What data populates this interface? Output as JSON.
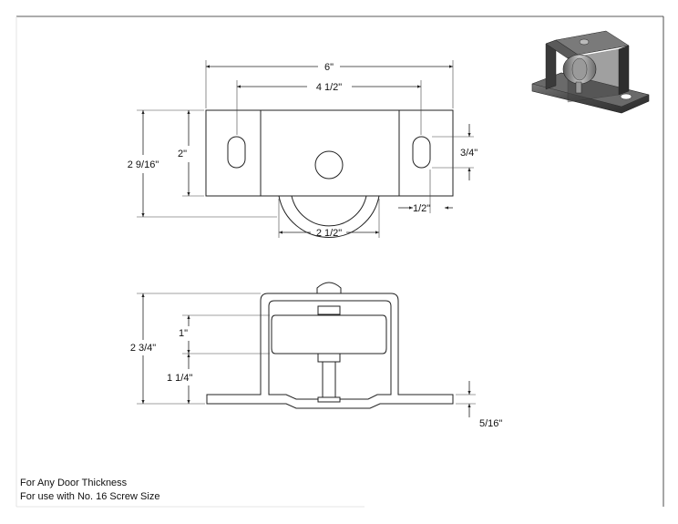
{
  "dimensions": {
    "overall_length": "6\"",
    "hole_spacing": "4 1/2\"",
    "overall_width": "2 9/16\"",
    "flange_width": "2\"",
    "slot_length": "3/4\"",
    "slot_edge_offset": "1/2\"",
    "wheel_diameter": "2 1/2\"",
    "overall_height": "2 3/4\"",
    "wheel_width": "1\"",
    "axle_height": "1 1/4\"",
    "base_offset": "5/16\""
  },
  "notes": {
    "door_thickness": "For Any Door Thickness",
    "screw_size": "For use with No. 16 Screw Size"
  },
  "colors": {
    "line": "#222222",
    "hidden_line": "#aaaaaa",
    "render_body": "#4a4a4a",
    "render_highlight": "#9a9a9a"
  }
}
